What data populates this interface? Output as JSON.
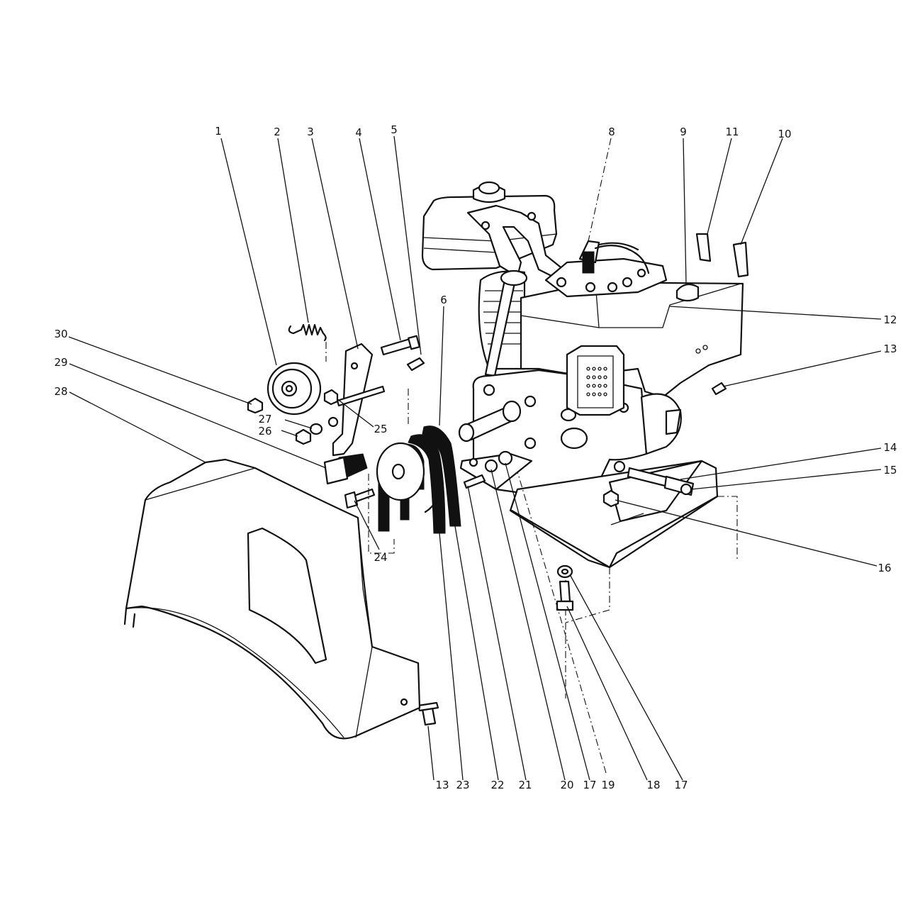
{
  "diagram": {
    "callouts": [
      {
        "id": "c1",
        "text": "1"
      },
      {
        "id": "c2",
        "text": "2"
      },
      {
        "id": "c3",
        "text": "3"
      },
      {
        "id": "c4",
        "text": "4"
      },
      {
        "id": "c5",
        "text": "5"
      },
      {
        "id": "c6",
        "text": "6"
      },
      {
        "id": "c8",
        "text": "8"
      },
      {
        "id": "c9",
        "text": "9"
      },
      {
        "id": "c11",
        "text": "11"
      },
      {
        "id": "c10",
        "text": "10"
      },
      {
        "id": "c12",
        "text": "12"
      },
      {
        "id": "c13a",
        "text": "13"
      },
      {
        "id": "c14",
        "text": "14"
      },
      {
        "id": "c15",
        "text": "15"
      },
      {
        "id": "c16",
        "text": "16"
      },
      {
        "id": "c30",
        "text": "30"
      },
      {
        "id": "c29",
        "text": "29"
      },
      {
        "id": "c28",
        "text": "28"
      },
      {
        "id": "c27",
        "text": "27"
      },
      {
        "id": "c26",
        "text": "26"
      },
      {
        "id": "c25",
        "text": "25"
      },
      {
        "id": "c24",
        "text": "24"
      },
      {
        "id": "c13b",
        "text": "13"
      },
      {
        "id": "c23",
        "text": "23"
      },
      {
        "id": "c22",
        "text": "22"
      },
      {
        "id": "c21",
        "text": "21"
      },
      {
        "id": "c20",
        "text": "20"
      },
      {
        "id": "c17a",
        "text": "17"
      },
      {
        "id": "c19",
        "text": "19"
      },
      {
        "id": "c18",
        "text": "18"
      },
      {
        "id": "c17b",
        "text": "17"
      }
    ]
  }
}
